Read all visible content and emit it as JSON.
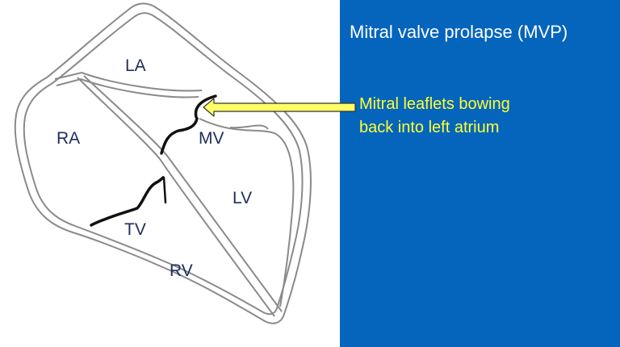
{
  "colors": {
    "panel_background": "#0565bd",
    "title_text": "#ffffff",
    "annotation_text": "#ffff33",
    "arrow_fill": "#ffff66",
    "arrow_stroke": "#333333",
    "heart_outline": "#8a8a8a",
    "valve_line": "#111111",
    "chamber_label": "#1f2d5c"
  },
  "title": "Mitral valve prolapse (MVP)",
  "annotation": {
    "line1": "Mitral leaflets bowing",
    "line2": "back into left atrium"
  },
  "chamber_labels": {
    "la": "LA",
    "ra": "RA",
    "mv": "MV",
    "lv": "LV",
    "tv": "TV",
    "rv": "RV"
  },
  "icons": {
    "pointer": "arrow-left-icon"
  }
}
